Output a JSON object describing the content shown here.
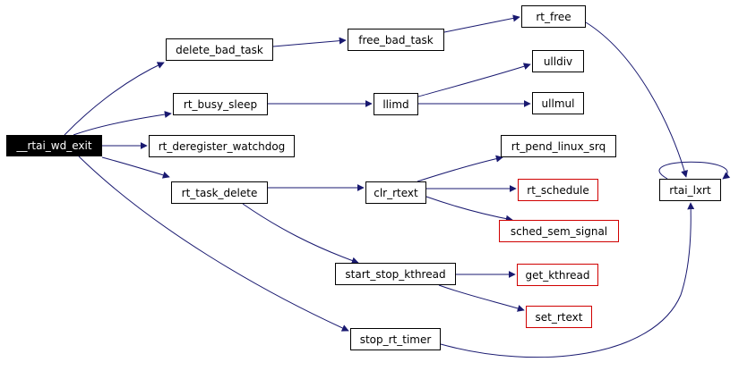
{
  "colors": {
    "edge": "#191970",
    "node_border": "#000000",
    "external_border": "#d00000",
    "root_fill": "#000000",
    "root_text": "#ffffff"
  },
  "nodes": [
    {
      "id": "rtai_wd_exit",
      "label": "__rtai_wd_exit",
      "kind": "root"
    },
    {
      "id": "delete_bad_task",
      "label": "delete_bad_task",
      "kind": "normal"
    },
    {
      "id": "rt_busy_sleep",
      "label": "rt_busy_sleep",
      "kind": "normal"
    },
    {
      "id": "rt_deregister_watchdog",
      "label": "rt_deregister_watchdog",
      "kind": "normal"
    },
    {
      "id": "rt_task_delete",
      "label": "rt_task_delete",
      "kind": "normal"
    },
    {
      "id": "stop_rt_timer",
      "label": "stop_rt_timer",
      "kind": "normal"
    },
    {
      "id": "free_bad_task",
      "label": "free_bad_task",
      "kind": "normal"
    },
    {
      "id": "llimd",
      "label": "llimd",
      "kind": "normal"
    },
    {
      "id": "clr_rtext",
      "label": "clr_rtext",
      "kind": "normal"
    },
    {
      "id": "start_stop_kthread",
      "label": "start_stop_kthread",
      "kind": "normal"
    },
    {
      "id": "rt_free",
      "label": "rt_free",
      "kind": "normal"
    },
    {
      "id": "ulldiv",
      "label": "ulldiv",
      "kind": "normal"
    },
    {
      "id": "ullmul",
      "label": "ullmul",
      "kind": "normal"
    },
    {
      "id": "rt_pend_linux_srq",
      "label": "rt_pend_linux_srq",
      "kind": "normal"
    },
    {
      "id": "rt_schedule",
      "label": "rt_schedule",
      "kind": "external"
    },
    {
      "id": "sched_sem_signal",
      "label": "sched_sem_signal",
      "kind": "external"
    },
    {
      "id": "get_kthread",
      "label": "get_kthread",
      "kind": "external"
    },
    {
      "id": "set_rtext",
      "label": "set_rtext",
      "kind": "external"
    },
    {
      "id": "rtai_lxrt",
      "label": "rtai_lxrt",
      "kind": "normal"
    }
  ],
  "edges": [
    [
      "rtai_wd_exit",
      "delete_bad_task"
    ],
    [
      "rtai_wd_exit",
      "rt_busy_sleep"
    ],
    [
      "rtai_wd_exit",
      "rt_deregister_watchdog"
    ],
    [
      "rtai_wd_exit",
      "rt_task_delete"
    ],
    [
      "rtai_wd_exit",
      "stop_rt_timer"
    ],
    [
      "delete_bad_task",
      "free_bad_task"
    ],
    [
      "free_bad_task",
      "rt_free"
    ],
    [
      "rt_free",
      "rtai_lxrt"
    ],
    [
      "rt_busy_sleep",
      "llimd"
    ],
    [
      "llimd",
      "ulldiv"
    ],
    [
      "llimd",
      "ullmul"
    ],
    [
      "rt_task_delete",
      "clr_rtext"
    ],
    [
      "rt_task_delete",
      "start_stop_kthread"
    ],
    [
      "clr_rtext",
      "rt_pend_linux_srq"
    ],
    [
      "clr_rtext",
      "rt_schedule"
    ],
    [
      "clr_rtext",
      "sched_sem_signal"
    ],
    [
      "start_stop_kthread",
      "get_kthread"
    ],
    [
      "start_stop_kthread",
      "set_rtext"
    ],
    [
      "stop_rt_timer",
      "rtai_lxrt"
    ],
    [
      "rtai_lxrt",
      "rtai_lxrt"
    ]
  ]
}
